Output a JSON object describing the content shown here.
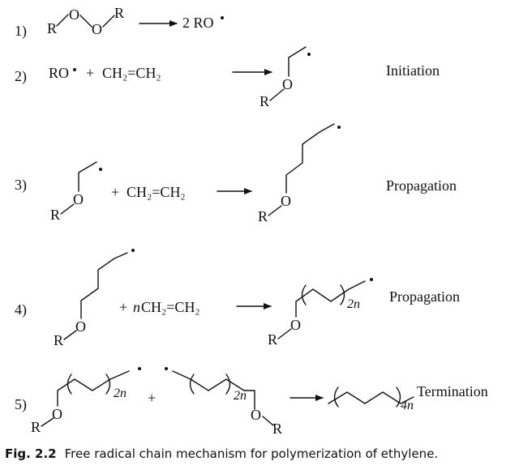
{
  "steps": [
    {
      "number": "1)",
      "product": "2 RO",
      "R_left": "R",
      "O1": "O",
      "O2": "O",
      "R_right": "R"
    },
    {
      "number": "2)",
      "reactant": "RO",
      "plus": "+",
      "ethylene": "CH₂=CH₂",
      "R": "R",
      "O": "O",
      "label": "Initiation"
    },
    {
      "number": "3)",
      "plus": "+",
      "ethylene": "CH₂=CH₂",
      "R_left": "R",
      "O_left": "O",
      "R_right": "R",
      "O_right": "O",
      "label": "Propagation"
    },
    {
      "number": "4)",
      "plus": "+",
      "n": "n",
      "ethylene": "CH₂=CH₂",
      "R_left": "R",
      "O_left": "O",
      "R_right": "R",
      "O_right": "O",
      "subscript": "2n",
      "label": "Propagation"
    },
    {
      "number": "5)",
      "R_left": "R",
      "O_left": "O",
      "subscript_left": "2n",
      "plus": "+",
      "subscript_right": "2n",
      "O_right": "O",
      "R_right": "R",
      "subscript_product": "4n",
      "label": "Termination"
    }
  ],
  "caption": {
    "label": "Fig. 2.2",
    "text": "Free radical chain mechanism for polymerization of ethylene."
  }
}
